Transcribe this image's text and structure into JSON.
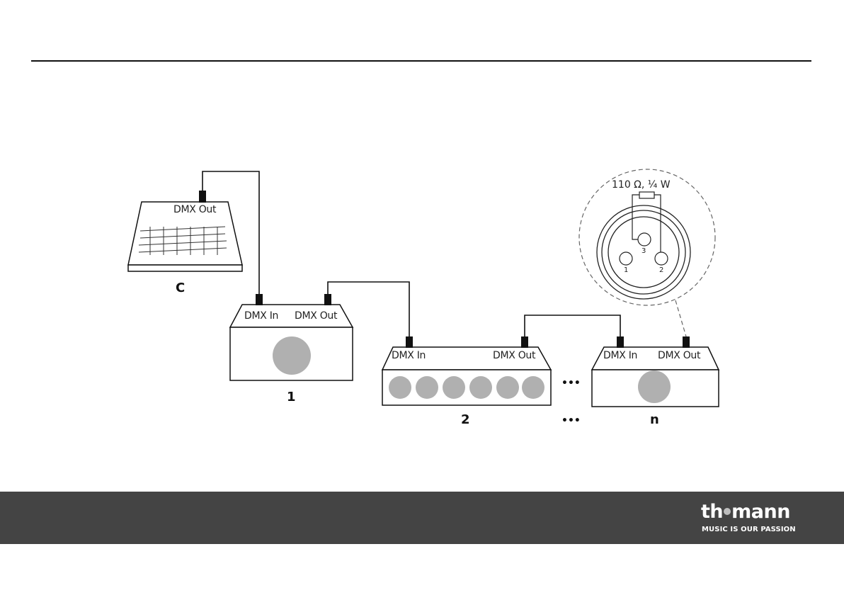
{
  "devices": {
    "controller": {
      "port_label": "DMX Out",
      "id_label": "C"
    },
    "device1": {
      "in_label": "DMX In",
      "out_label": "DMX Out",
      "id_label": "1"
    },
    "device2": {
      "in_label": "DMX In",
      "out_label": "DMX Out",
      "id_label": "2"
    },
    "device_n": {
      "in_label": "DMX In",
      "out_label": "DMX Out",
      "id_label": "n"
    }
  },
  "ellipsis": "•••",
  "terminator": {
    "resistor_label": "110 Ω, ¼ W",
    "pin_labels": [
      "1",
      "2",
      "3"
    ]
  },
  "footer": {
    "brand_left": "th",
    "brand_right": "mann",
    "tagline": "MUSIC IS OUR PASSION"
  },
  "colors": {
    "footer_bg": "#444444",
    "lamp_fill": "#b0b0b0",
    "line": "#111111"
  }
}
